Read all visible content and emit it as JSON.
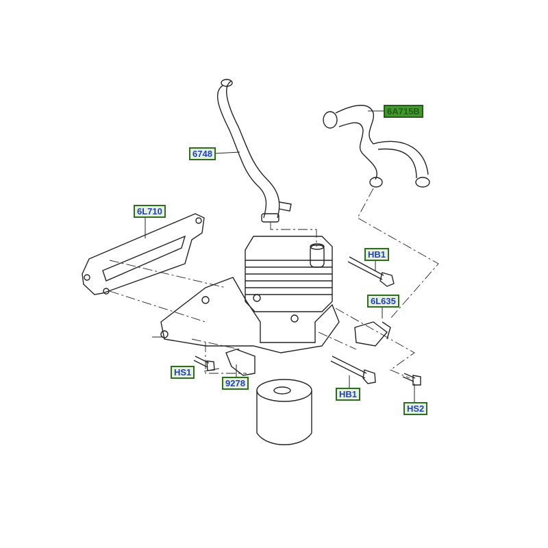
{
  "diagram": {
    "colors": {
      "label_text": "#1f3fbf",
      "label_bg": "#e6f2e0",
      "label_border": "#2e6b1e",
      "selected_bg": "#3f9a2c"
    },
    "callouts": [
      {
        "id": "6A715B",
        "label": "6A715B",
        "selected": true
      },
      {
        "id": "6748",
        "label": "6748"
      },
      {
        "id": "6L710",
        "label": "6L710"
      },
      {
        "id": "HB1-top",
        "label": "HB1"
      },
      {
        "id": "6L635",
        "label": "6L635"
      },
      {
        "id": "HS1",
        "label": "HS1"
      },
      {
        "id": "9278",
        "label": "9278"
      },
      {
        "id": "HB1-bottom",
        "label": "HB1"
      },
      {
        "id": "HS2",
        "label": "HS2"
      }
    ]
  }
}
